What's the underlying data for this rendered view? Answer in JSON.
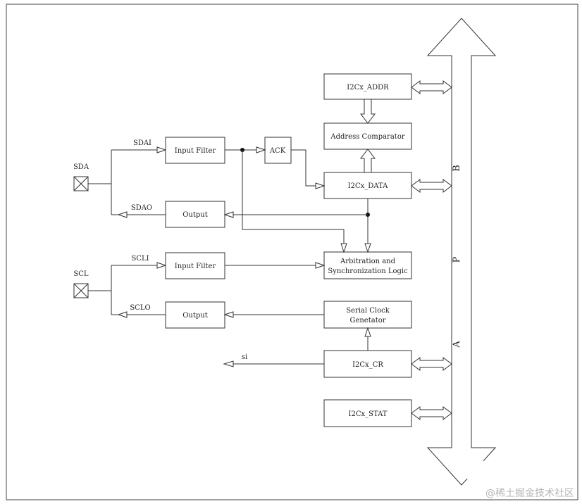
{
  "pins": {
    "sda": "SDA",
    "scl": "SCL"
  },
  "signals": {
    "sdai": "SDAI",
    "sdao": "SDAO",
    "scli": "SCLI",
    "sclo": "SCLO",
    "si": "si"
  },
  "blocks": {
    "input_filter_sda": "Input Filter",
    "output_sda": "Output",
    "ack": "ACK",
    "input_filter_scl": "Input Filter",
    "output_scl": "Output",
    "i2cx_addr": "I2Cx_ADDR",
    "address_comparator": "Address Comparator",
    "i2cx_data": "I2Cx_DATA",
    "arbitration_line1": "Arbitration and",
    "arbitration_line2": "Synchronization Logic",
    "serial_clock_line1": "Serial Clock",
    "serial_clock_line2": "Genetator",
    "i2cx_cr": "I2Cx_CR",
    "i2cx_stat": "I2Cx_STAT"
  },
  "bus": {
    "letters": [
      "B",
      "P",
      "A"
    ]
  },
  "watermark": "@稀土掘金技术社区",
  "colors": {
    "line": "#333333",
    "background": "#ffffff",
    "watermark": "#b5b5b5"
  }
}
